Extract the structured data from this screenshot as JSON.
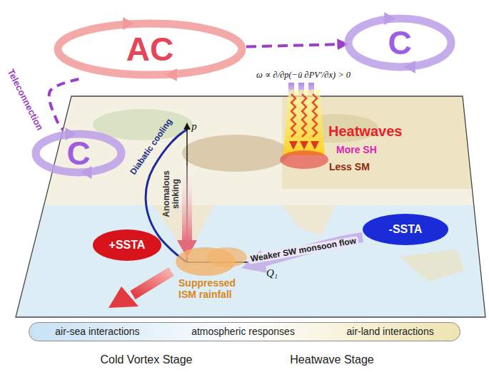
{
  "diagram": {
    "nodes": [
      {
        "text": [
          "AC"
        ]
      },
      {
        "text": [
          "C"
        ]
      },
      {
        "text": [
          "Heatwaves",
          "More SH",
          "Less SM"
        ]
      },
      {
        "text": [
          "C"
        ]
      },
      {
        "text": [
          "+SSTA"
        ]
      },
      {
        "text": [
          "Suppressed ISM rainfall"
        ]
      },
      {
        "text": [
          "-SSTA"
        ]
      },
      {
        "text": [
          "air-sea interactions",
          "atmospheric responses",
          "air-land interactions"
        ]
      }
    ],
    "edges": [
      {
        "from": 0,
        "to": 1,
        "arrow": "to"
      },
      {
        "from": 0,
        "to": 3,
        "label": "Teleconnection",
        "arrow": "none"
      },
      {
        "from": 6,
        "to": 5,
        "label": "Weaker SW monsoon flow",
        "arrow": "to"
      }
    ],
    "labels": [
      "ω ∝ ∂/∂p(−ū ∂PV′/∂x) > 0",
      "p",
      "Diabatic cooling",
      "Anomalous sinking",
      "Q₁",
      "Cold Vortex Stage",
      "Heatwave Stage"
    ]
  }
}
